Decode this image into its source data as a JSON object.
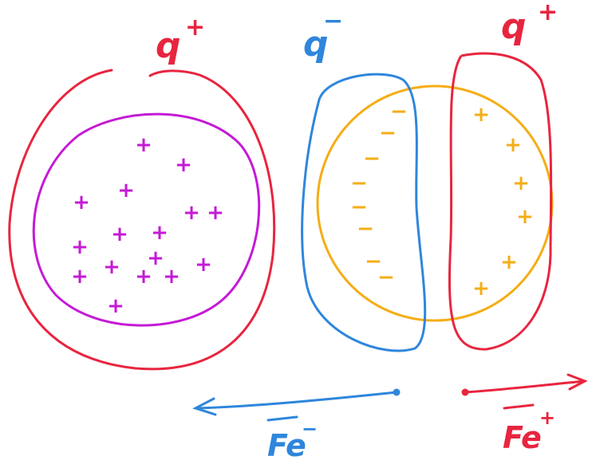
{
  "colors": {
    "red": "#e8253f",
    "blue": "#2f86dc",
    "magenta": "#c51ad6",
    "orange": "#f5ad16"
  },
  "labels": {
    "left_charge": {
      "base": "q",
      "sign": "+"
    },
    "middle_charge": {
      "base": "q",
      "sign": "−"
    },
    "right_charge": {
      "base": "q",
      "sign": "+"
    },
    "force_left": {
      "base": "Fe",
      "sign": "−"
    },
    "force_right": {
      "base": "Fe",
      "sign": "+"
    }
  },
  "signs": {
    "plus": "+",
    "minus": "−"
  }
}
